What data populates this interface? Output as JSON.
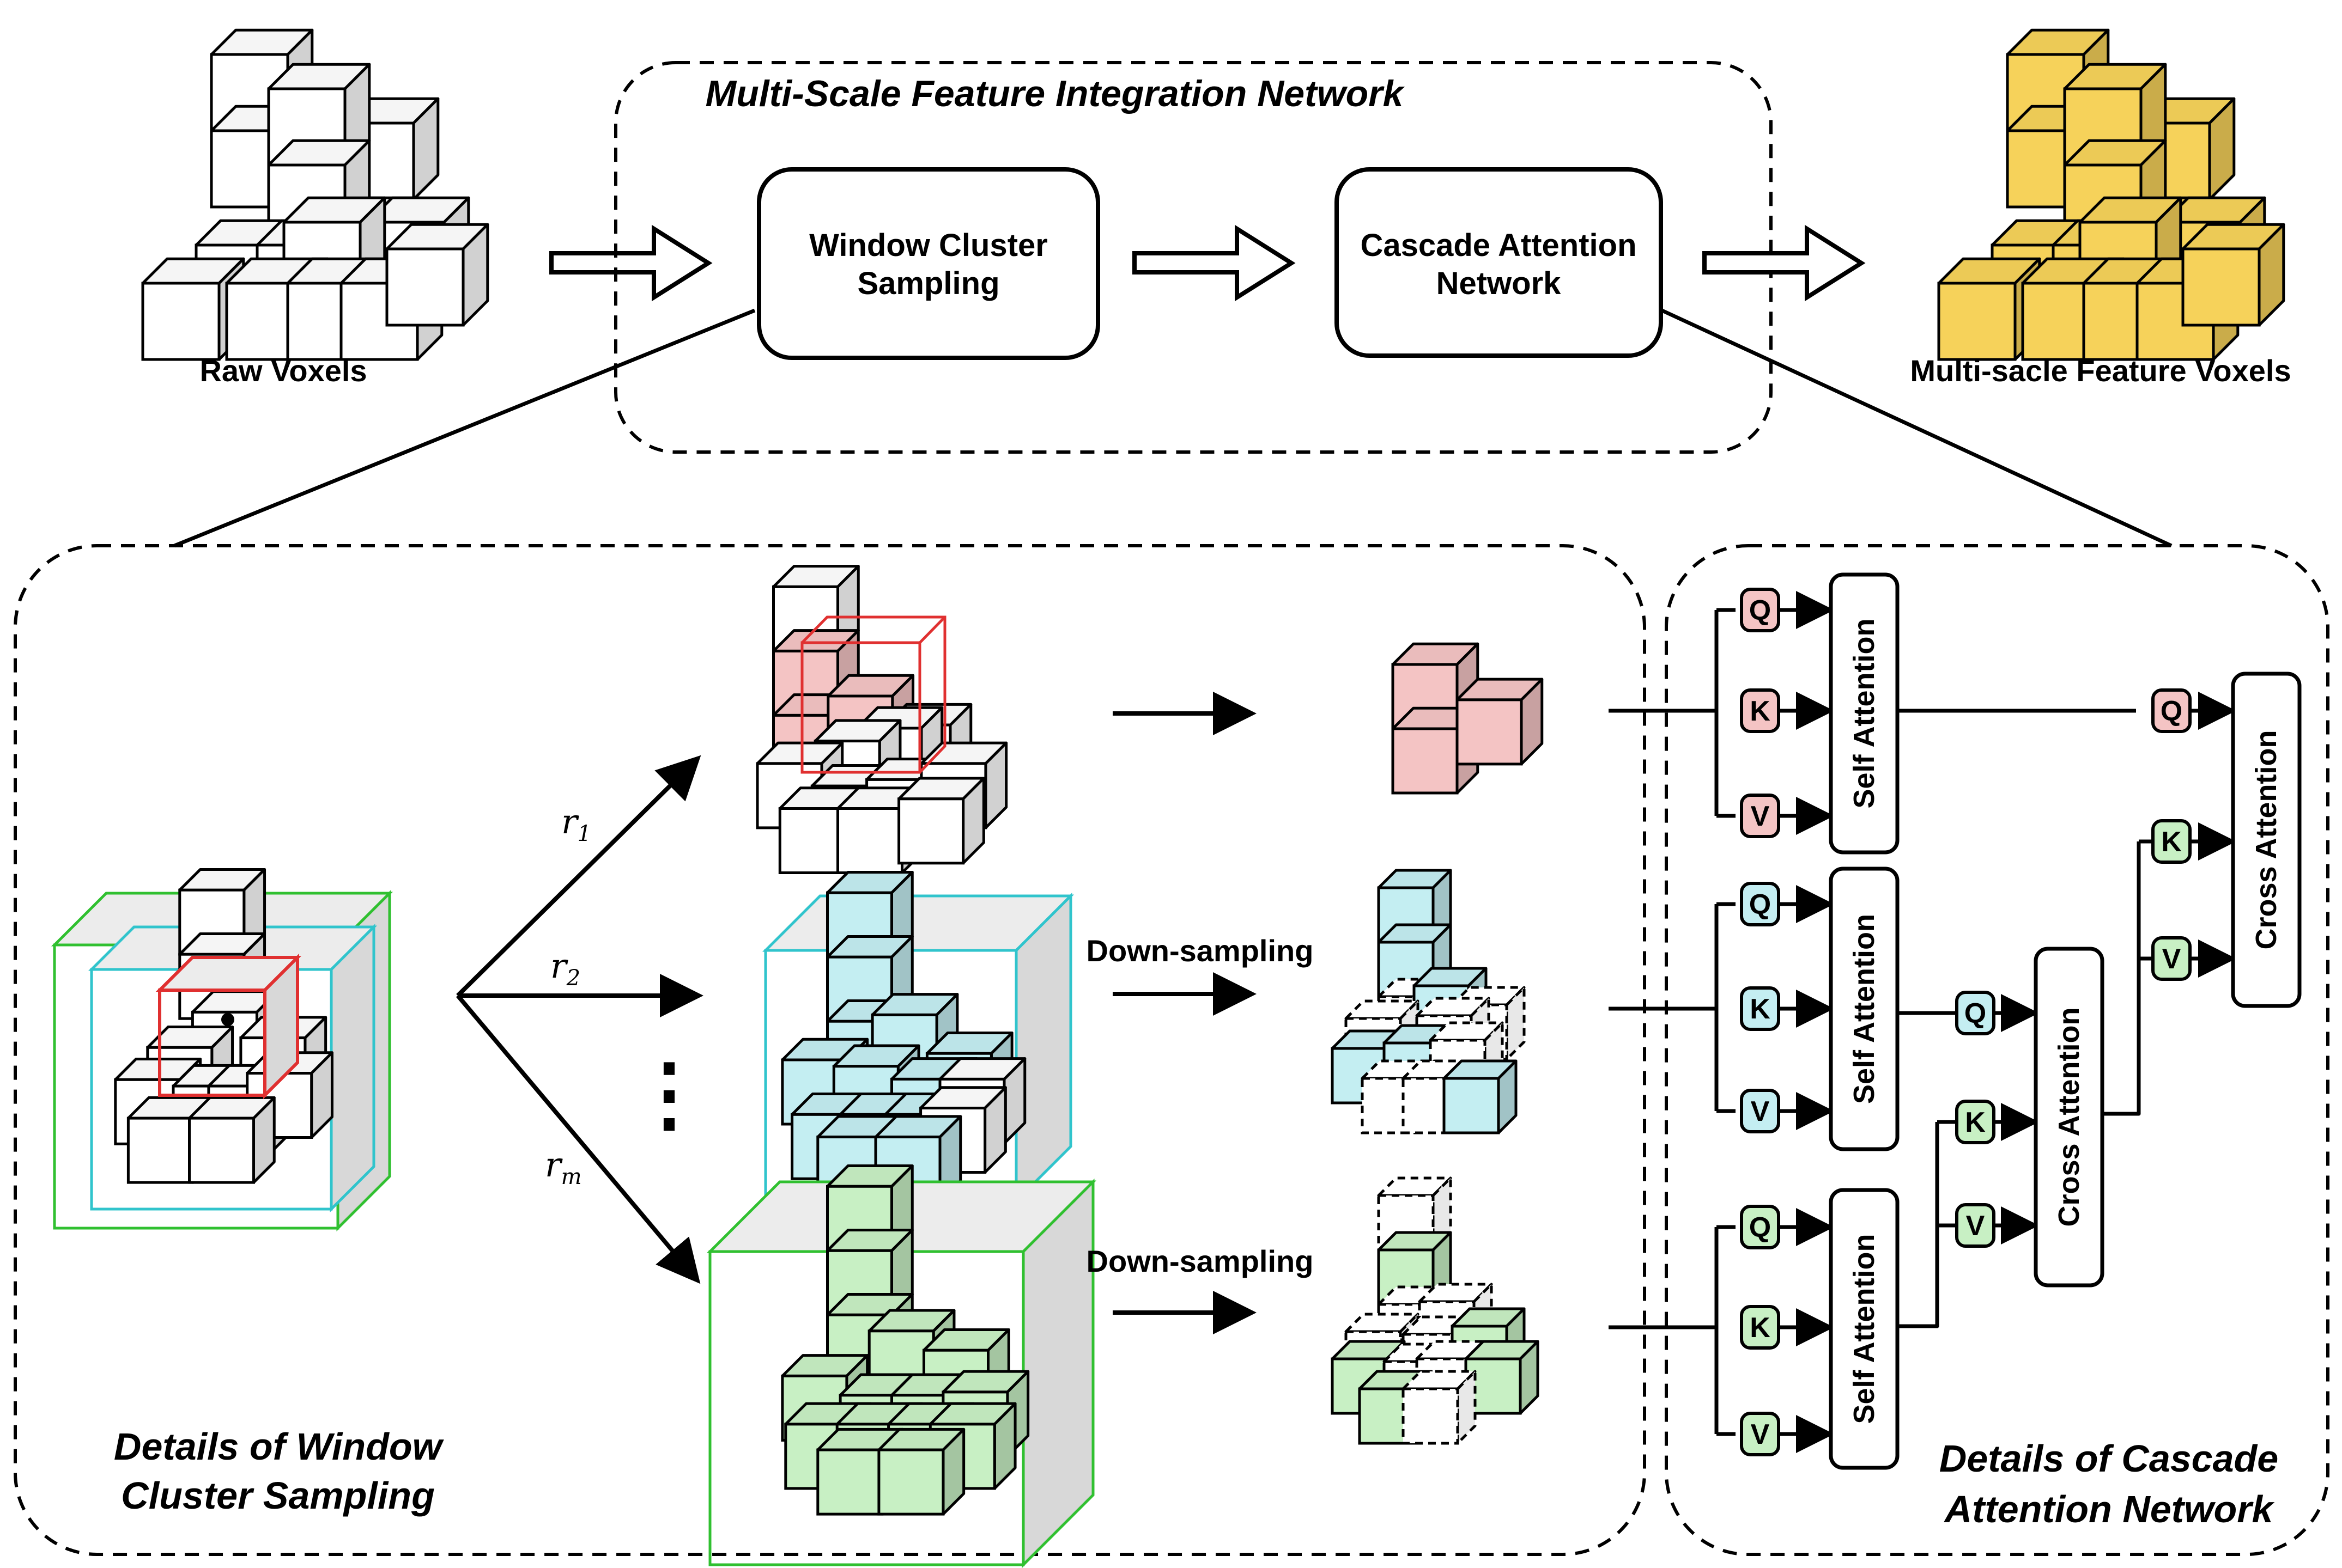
{
  "top": {
    "raw_voxels": "Raw Voxels",
    "network_title": "Multi-Scale Feature Integration Network",
    "window_cluster_line1": "Window Cluster",
    "window_cluster_line2": "Sampling",
    "cascade_line1": "Cascade Attention",
    "cascade_line2": "Network",
    "output_label": "Multi-sacle Feature Voxels"
  },
  "sampling": {
    "title_line1": "Details of Window",
    "title_line2": "Cluster Sampling",
    "r1": "r",
    "r1_sub": "1",
    "r2": "r",
    "r2_sub": "2",
    "rm": "r",
    "rm_sub": "m",
    "dots": "⋮",
    "downsample_1": "Down-sampling",
    "downsample_2": "Down-sampling"
  },
  "cascade": {
    "title_line1": "Details of Cascade",
    "title_line2": "Attention Network",
    "self_attention": "Self Attention",
    "cross_attention": "Cross Attention",
    "q": "Q",
    "k": "K",
    "v": "V"
  },
  "colors": {
    "red": "#f4c4c4",
    "cyan": "#c4eef2",
    "green": "#c8f0c4",
    "yellow": "#f6d65a",
    "red_line": "#e03030",
    "cyan_line": "#30c4cc",
    "green_line": "#30c030"
  }
}
